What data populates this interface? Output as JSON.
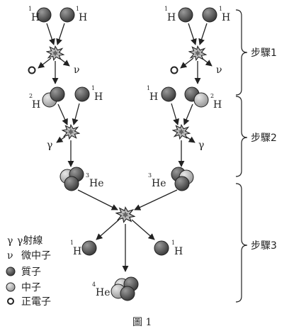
{
  "steps": [
    "步驟1",
    "步驟2",
    "步驟3"
  ],
  "nuclei": {
    "h1_mass": "1",
    "h1_sym": "H",
    "h2_mass": "2",
    "h2_sym": "H",
    "he3_mass": "3",
    "he3_sym": "He",
    "he4_mass": "4",
    "he4_sym": "He"
  },
  "particles": {
    "gamma": "γ",
    "neutrino": "ν"
  },
  "legend": [
    {
      "symbol": "γ",
      "label": "γ射線"
    },
    {
      "symbol": "ν",
      "label": "微中子"
    },
    {
      "symbol": "proton",
      "label": "質子"
    },
    {
      "symbol": "neutron",
      "label": "中子"
    },
    {
      "symbol": "positron",
      "label": "正電子"
    }
  ],
  "caption": "圖 1",
  "colors": {
    "proton": "#555555",
    "neutron": "#b9b9b9",
    "line": "#222222"
  }
}
